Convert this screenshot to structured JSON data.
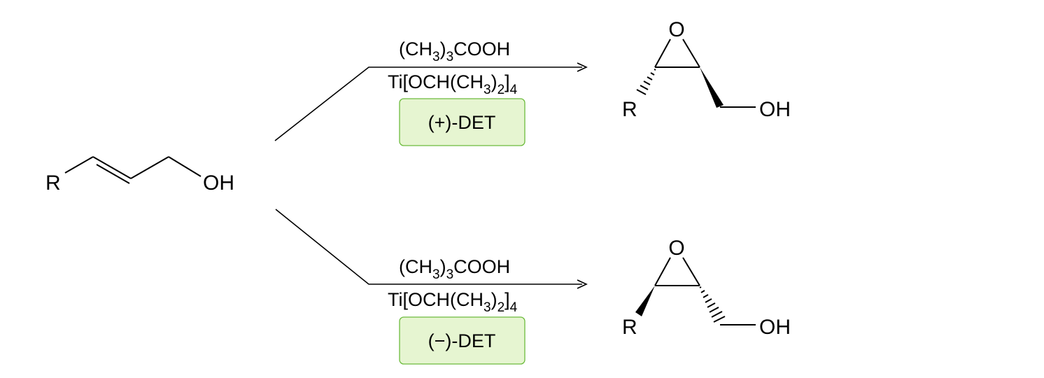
{
  "colors": {
    "ink": "#000000",
    "catalyst_box_fill": "#e6f5d1",
    "catalyst_box_border": "#6cbb3c",
    "background": "#ffffff"
  },
  "reactant": {
    "r_label": "R",
    "oh_label": "OH"
  },
  "top_reaction": {
    "oxidant": {
      "open": "(CH",
      "sub": "3",
      "close": ")",
      "sub2": "3",
      "rest": "COOH"
    },
    "titanium": {
      "prefix": "Ti[OCH(CH",
      "sub": "3",
      "close": ")",
      "sub2": "2",
      "bracket": "]",
      "sub3": "4"
    },
    "catalyst": "(+)-DET",
    "product": {
      "o_label": "O",
      "r_label": "R",
      "oh_label": "OH"
    }
  },
  "bottom_reaction": {
    "oxidant": {
      "open": "(CH",
      "sub": "3",
      "close": ")",
      "sub2": "3",
      "rest": "COOH"
    },
    "titanium": {
      "prefix": "Ti[OCH(CH",
      "sub": "3",
      "close": ")",
      "sub2": "2",
      "bracket": "]",
      "sub3": "4"
    },
    "catalyst": "(−)-DET",
    "product": {
      "o_label": "O",
      "r_label": "R",
      "oh_label": "OH"
    }
  }
}
